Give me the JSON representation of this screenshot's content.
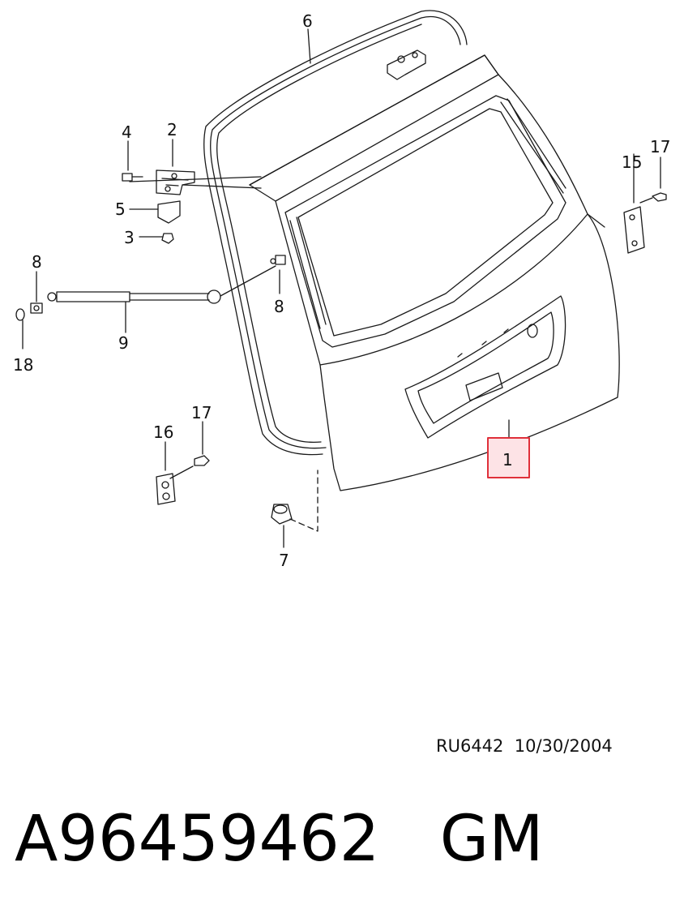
{
  "callouts": {
    "c1": "1",
    "c2": "2",
    "c3": "3",
    "c4": "4",
    "c5": "5",
    "c6": "6",
    "c7": "7",
    "c8a": "8",
    "c8b": "8",
    "c9": "9",
    "c15": "15",
    "c16": "16",
    "c17a": "17",
    "c17b": "17",
    "c18": "18"
  },
  "footer": {
    "drawing_id": "RU6442  10/30/2004",
    "part_number": "A96459462   GM"
  },
  "colors": {
    "line": "#1a1a1a",
    "highlight_border": "#e0303a",
    "highlight_fill": "#fde3e6"
  }
}
